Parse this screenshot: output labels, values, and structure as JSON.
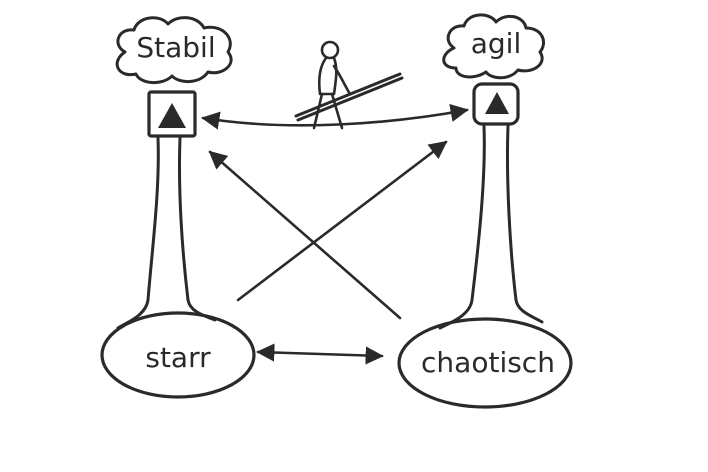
{
  "diagram": {
    "nodes": {
      "top_left": "Stabil",
      "top_right": "agil",
      "bottom_left": "starr",
      "bottom_right": "chaotisch"
    },
    "edges": [
      {
        "from": "Stabil",
        "to": "agil",
        "style": "double-arrow (tightrope)"
      },
      {
        "from": "starr",
        "to": "chaotisch",
        "style": "double-arrow"
      },
      {
        "from": "chaotisch",
        "to": "Stabil",
        "style": "arrow"
      },
      {
        "from": "starr",
        "to": "agil",
        "style": "arrow"
      }
    ],
    "figure": "tightrope-walker-icon"
  },
  "colors": {
    "ink": "#2a2a2a",
    "background": "#ffffff"
  }
}
